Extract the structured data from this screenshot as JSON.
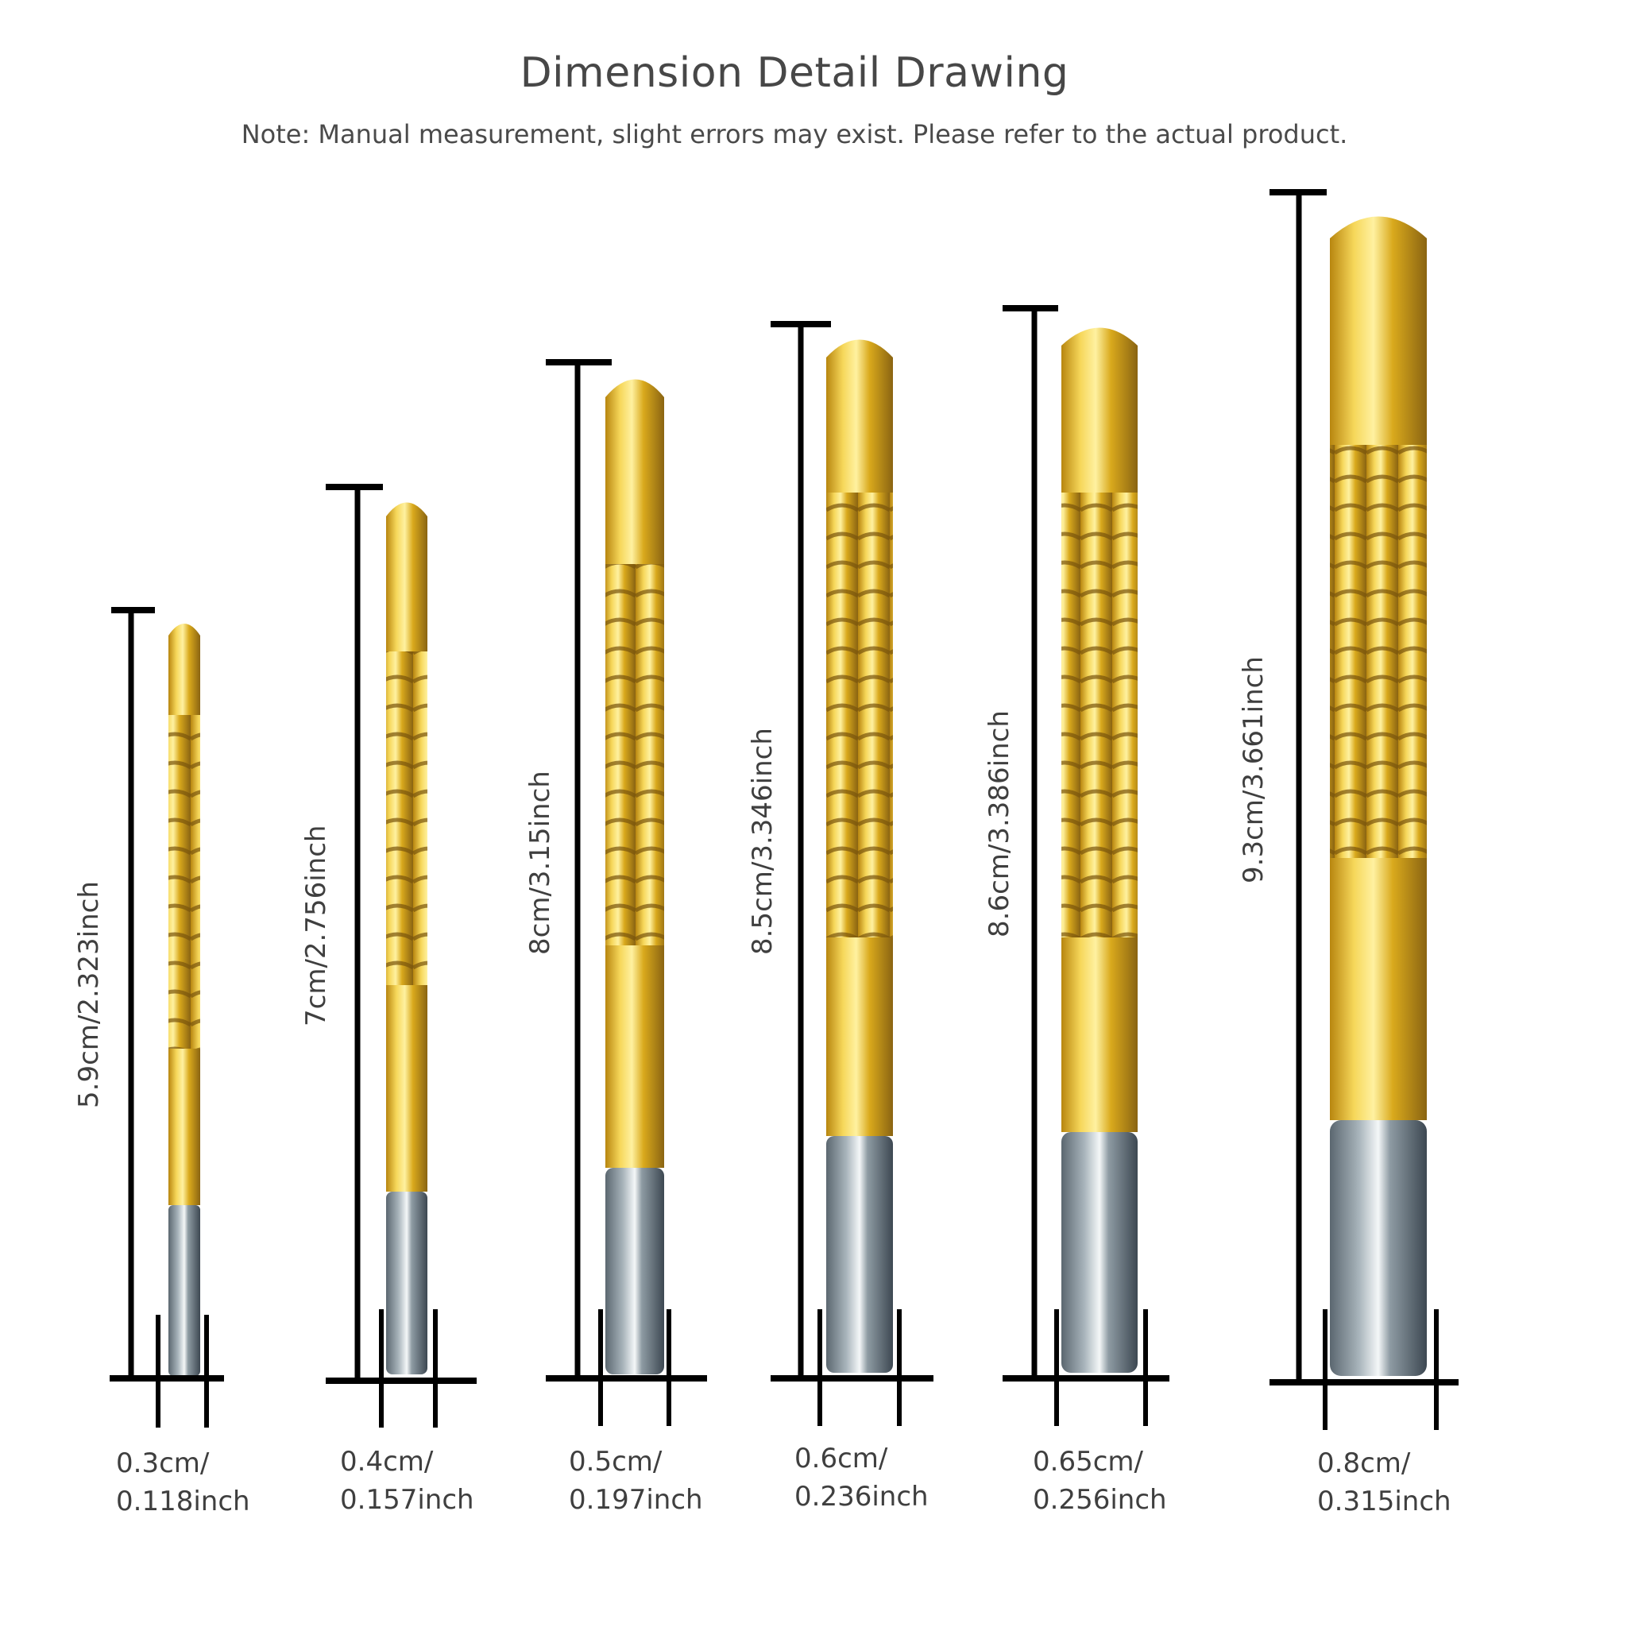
{
  "header": {
    "title": "Dimension Detail Drawing",
    "note": "Note: Manual measurement, slight errors may exist. Please refer to the actual product."
  },
  "colors": {
    "gold_light": "#f6d75a",
    "gold_mid": "#d9a91c",
    "gold_dark": "#8a6412",
    "shank_light": "#e6ecef",
    "shank_mid": "#8e9ba3",
    "shank_dark": "#3d4852",
    "dimension_line": "#000000",
    "text": "#444444"
  },
  "bits": [
    {
      "id": 1,
      "length_label": "5.9cm/2.323inch",
      "diameter_cm": "0.3cm/",
      "diameter_in": "0.118inch"
    },
    {
      "id": 2,
      "length_label": "7cm/2.756inch",
      "diameter_cm": "0.4cm/",
      "diameter_in": "0.157inch"
    },
    {
      "id": 3,
      "length_label": "8cm/3.15inch",
      "diameter_cm": "0.5cm/",
      "diameter_in": "0.197inch"
    },
    {
      "id": 4,
      "length_label": "8.5cm/3.346inch",
      "diameter_cm": "0.6cm/",
      "diameter_in": "0.236inch"
    },
    {
      "id": 5,
      "length_label": "8.6cm/3.386inch",
      "diameter_cm": "0.65cm/",
      "diameter_in": "0.256inch"
    },
    {
      "id": 6,
      "length_label": "9.3cm/3.661inch",
      "diameter_cm": "0.8cm/",
      "diameter_in": "0.315inch"
    }
  ]
}
